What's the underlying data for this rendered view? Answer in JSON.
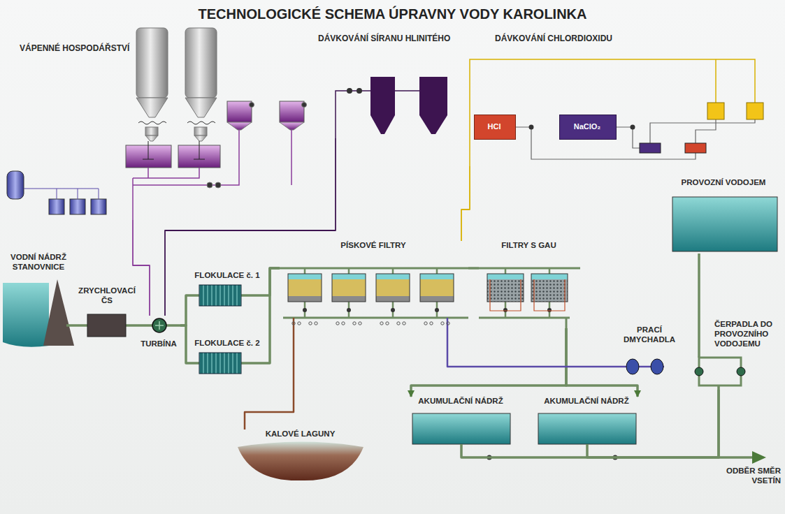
{
  "diagram": {
    "title": "TECHNOLOGICKÉ SCHEMA ÚPRAVNY VODY KAROLINKA",
    "nodes": [
      {
        "text": [
          "VÁPENNÉ HOSPODÁŘSTVÍ"
        ]
      },
      {
        "text": [
          "DÁVKOVÁNÍ SÍRANU HLINITÉHO"
        ]
      },
      {
        "text": [
          "DÁVKOVÁNÍ CHLORDIOXIDU"
        ]
      },
      {
        "text": [
          "HCl"
        ],
        "in": 2
      },
      {
        "text": [
          "NaClO₂"
        ],
        "in": 2
      },
      {
        "text": [
          "PROVOZNÍ VODOJEM"
        ]
      },
      {
        "text": [
          "VODNÍ NÁDRŽ STANOVNICE"
        ]
      },
      {
        "text": [
          "ZRYCHLOVACÍ ČS"
        ]
      },
      {
        "text": [
          "TURBÍNA"
        ]
      },
      {
        "text": [
          "FLOKULACE č. 1"
        ]
      },
      {
        "text": [
          "FLOKULACE č. 2"
        ]
      },
      {
        "text": [
          "PÍSKOVÉ FILTRY"
        ]
      },
      {
        "text": [
          "FILTRY S GAU"
        ]
      },
      {
        "text": [
          "PRACÍ DMYCHADLA"
        ]
      },
      {
        "text": [
          "ČERPADLA DO PROVOZNÍHO VODOJEMU"
        ]
      },
      {
        "text": [
          "AKUMULAČNÍ NÁDRŽ"
        ]
      },
      {
        "text": [
          "AKUMULAČNÍ NÁDRŽ"
        ]
      },
      {
        "text": [
          "KALOVÉ LAGUNY"
        ]
      }
    ],
    "edges": [
      {
        "from": 6,
        "to": 7,
        "arrow": "none"
      },
      {
        "from": 7,
        "to": 8,
        "arrow": "none"
      },
      {
        "from": 8,
        "to": 9,
        "arrow": "none"
      },
      {
        "from": 8,
        "to": 10,
        "arrow": "none"
      },
      {
        "from": 9,
        "to": 11,
        "arrow": "none"
      },
      {
        "from": 10,
        "to": 11,
        "arrow": "none"
      },
      {
        "from": 11,
        "to": 12,
        "arrow": "none"
      },
      {
        "from": 12,
        "to": 15,
        "arrow": "to"
      },
      {
        "from": 12,
        "to": 16,
        "arrow": "to"
      },
      {
        "from": 15,
        "to": 14,
        "arrow": "none"
      },
      {
        "from": 16,
        "to": 14,
        "arrow": "none"
      },
      {
        "from": 14,
        "to": 5,
        "arrow": "none"
      },
      {
        "from": 11,
        "to": 17,
        "arrow": "none"
      },
      {
        "from": 13,
        "to": 11,
        "arrow": "none"
      },
      {
        "from": 0,
        "to": 8,
        "arrow": "none"
      },
      {
        "from": 1,
        "to": 8,
        "arrow": "none"
      },
      {
        "from": 2,
        "to": 11,
        "arrow": "none"
      }
    ],
    "labels": [
      "ODBĚR SMĚR VSETÍN"
    ]
  }
}
